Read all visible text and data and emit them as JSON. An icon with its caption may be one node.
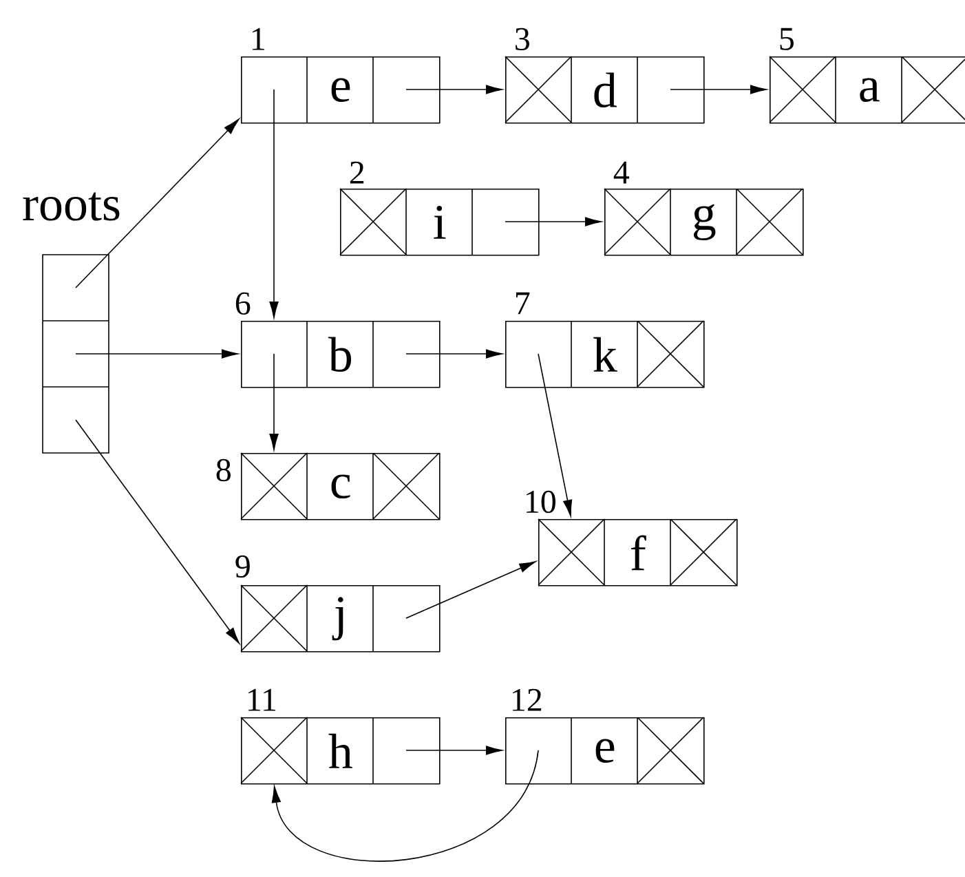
{
  "diagram": {
    "nodes": [
      {
        "text": [
          "roots"
        ]
      },
      {
        "text": [
          "e"
        ],
        "beside": [
          "1"
        ]
      },
      {
        "text": [
          "i"
        ],
        "beside": [
          "2"
        ]
      },
      {
        "text": [
          "d"
        ],
        "beside": [
          "3"
        ]
      },
      {
        "text": [
          "g"
        ],
        "beside": [
          "4"
        ]
      },
      {
        "text": [
          "a"
        ],
        "beside": [
          "5"
        ]
      },
      {
        "text": [
          "b"
        ],
        "beside": [
          "6"
        ]
      },
      {
        "text": [
          "k"
        ],
        "beside": [
          "7"
        ]
      },
      {
        "text": [
          "c"
        ],
        "beside": [
          "8"
        ]
      },
      {
        "text": [
          "j"
        ],
        "beside": [
          "9"
        ]
      },
      {
        "text": [
          "f"
        ],
        "beside": [
          "10"
        ]
      },
      {
        "text": [
          "h"
        ],
        "beside": [
          "11"
        ]
      },
      {
        "text": [
          "e"
        ],
        "beside": [
          "12"
        ]
      }
    ],
    "edges": [
      {
        "from": 0,
        "to": 1,
        "arrow": "to"
      },
      {
        "from": 0,
        "to": 6,
        "arrow": "to"
      },
      {
        "from": 0,
        "to": 9,
        "arrow": "to"
      },
      {
        "from": 1,
        "to": 3,
        "arrow": "to"
      },
      {
        "from": 1,
        "to": 6,
        "arrow": "to"
      },
      {
        "from": 3,
        "to": 5,
        "arrow": "to"
      },
      {
        "from": 2,
        "to": 4,
        "arrow": "to"
      },
      {
        "from": 6,
        "to": 7,
        "arrow": "to"
      },
      {
        "from": 6,
        "to": 8,
        "arrow": "to"
      },
      {
        "from": 7,
        "to": 10,
        "arrow": "to"
      },
      {
        "from": 9,
        "to": 10,
        "arrow": "to"
      },
      {
        "from": 11,
        "to": 12,
        "arrow": "to"
      },
      {
        "from": 12,
        "to": 11,
        "arrow": "to"
      }
    ]
  }
}
